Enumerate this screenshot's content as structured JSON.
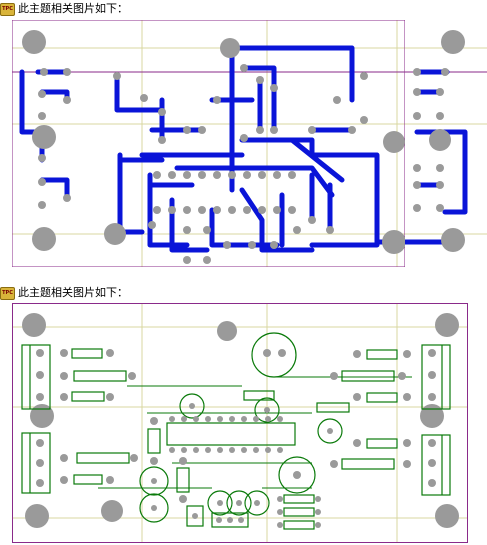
{
  "captions": [
    {
      "icon_label": "TPC",
      "text": "此主题相关图片如下："
    },
    {
      "icon_label": "TPC",
      "text": "此主题相关图片如下："
    }
  ],
  "images": [
    {
      "name": "pcb-copper-layout",
      "trace_color": "#0a14d8",
      "pad_color": "#9a9a9a",
      "border_color": "#8a2a8a",
      "grid_color": "#d8d7a0"
    },
    {
      "name": "pcb-silkscreen-layout",
      "outline_color": "#0a7a0a",
      "pad_color": "#9a9a9a",
      "border_color": "#8a2a8a",
      "grid_color": "#d8d7a0"
    }
  ]
}
